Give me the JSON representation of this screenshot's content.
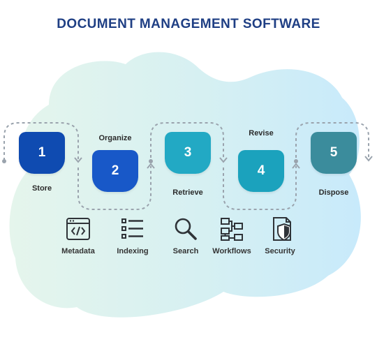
{
  "title": "DOCUMENT MANAGEMENT SOFTWARE",
  "steps": [
    {
      "number": "1",
      "label": "Store",
      "color": "#0f4bb1"
    },
    {
      "number": "2",
      "label": "Organize",
      "color": "#1858c8"
    },
    {
      "number": "3",
      "label": "Retrieve",
      "color": "#22a9c4"
    },
    {
      "number": "4",
      "label": "Revise",
      "color": "#1ba2bd"
    },
    {
      "number": "5",
      "label": "Dispose",
      "color": "#3b8c9c"
    }
  ],
  "features": [
    {
      "label": "Metadata",
      "icon": "code-window-icon"
    },
    {
      "label": "Indexing",
      "icon": "list-icon"
    },
    {
      "label": "Search",
      "icon": "magnifier-icon"
    },
    {
      "label": "Workflows",
      "icon": "workflow-icon"
    },
    {
      "label": "Security",
      "icon": "shield-document-icon"
    }
  ],
  "colors": {
    "title": "#1f3f84",
    "background_blob_left": "#e3f4ea",
    "background_blob_right": "#c9ecfb",
    "connector": "#9aa3ad",
    "icon": "#2f3338"
  }
}
